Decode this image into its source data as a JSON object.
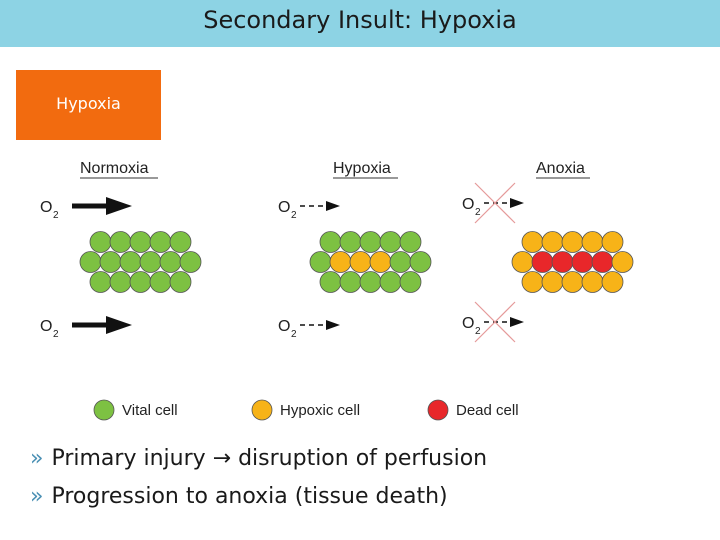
{
  "slide": {
    "title": "Secondary Insult: Hypoxia",
    "tag_label": "Hypoxia",
    "bullets": [
      "Primary injury → disruption of perfusion",
      "Progression to anoxia (tissue death)"
    ],
    "bullet_marker": "»"
  },
  "diagram": {
    "panels": [
      {
        "heading": "Normoxia",
        "o2_label": "O",
        "o2_sub": "2",
        "flow": "solid"
      },
      {
        "heading": "Hypoxia",
        "o2_label": "O",
        "o2_sub": "2",
        "flow": "dashed"
      },
      {
        "heading": "Anoxia",
        "o2_label": "O",
        "o2_sub": "2",
        "flow": "blocked"
      }
    ],
    "legend": [
      {
        "label": "Vital cell",
        "color": "#7dc142"
      },
      {
        "label": "Hypoxic cell",
        "color": "#f7b318"
      },
      {
        "label": "Dead cell",
        "color": "#e8272a"
      }
    ],
    "colors": {
      "vital": "#7dc142",
      "hypoxic": "#f7b318",
      "dead": "#e8272a",
      "cross": "#e59a9a",
      "arrow": "#111111"
    }
  }
}
